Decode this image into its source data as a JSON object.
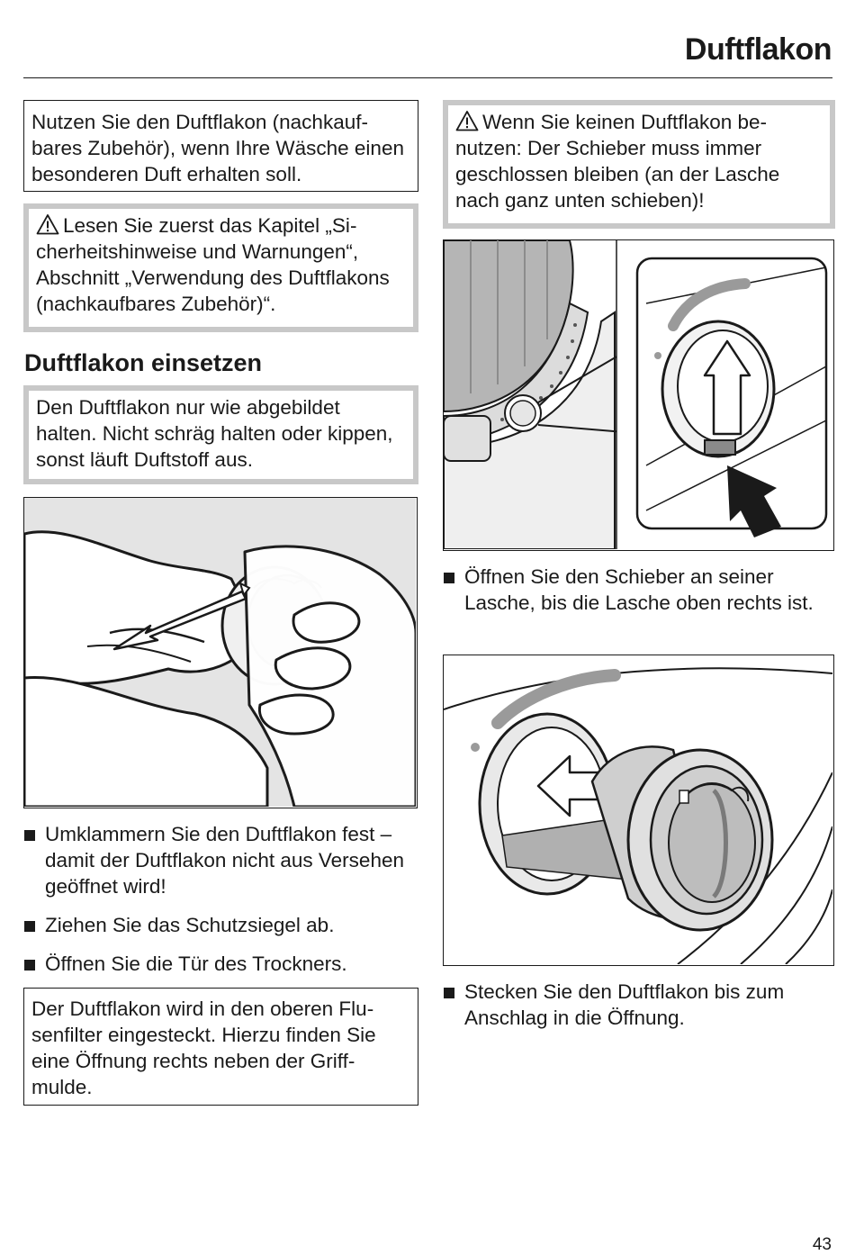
{
  "header": {
    "title": "Duftflakon"
  },
  "left": {
    "intro_box": "Nutzen Sie den Duftflakon (nachkauf­bares Zubehör), wenn Ihre Wäsche einen besonderen Duft erhalten soll.",
    "warning_1": "Lesen Sie zuerst das Kapitel „Si­cherheitshinweise und Warnungen“, Abschnitt „Verwendung des Duftfla­kons (nachkaufbares Zubehör)“.",
    "section_heading": "Duftflakon einsetzen",
    "hold_box": "Den Duftflakon nur wie abgebildet halten. Nicht schräg halten oder kip­pen, sonst läuft Duftstoff aus.",
    "steps": [
      "Umklammern Sie den Duftflakon fest – damit der Duftflakon nicht aus Ver­sehen geöffnet wird!",
      "Ziehen Sie das Schutzsiegel ab.",
      "Öffnen Sie die Tür des Trockners."
    ],
    "info_box": "Der Duftflakon wird in den oberen Flu­senfilter eingesteckt. Hierzu finden Sie eine Öffnung rechts neben der Griff­mulde."
  },
  "right": {
    "warning_2": "Wenn Sie keinen Duftflakon be­nutzen: Der Schieber muss immer geschlossen bleiben (an der Lasche nach ganz unten schieben)!",
    "step_open": "Öffnen Sie den Schieber an seiner Lasche, bis die Lasche oben rechts ist.",
    "step_insert": "Stecken Sie den Duftflakon bis zum Anschlag in die Öffnung."
  },
  "footer": {
    "page_number": "43"
  },
  "icons": {
    "warning": "warning-triangle-icon",
    "bullet": "square-bullet-icon"
  },
  "colors": {
    "warning_border": "#c8c8c8",
    "figure_background": "#e4e4e4"
  }
}
